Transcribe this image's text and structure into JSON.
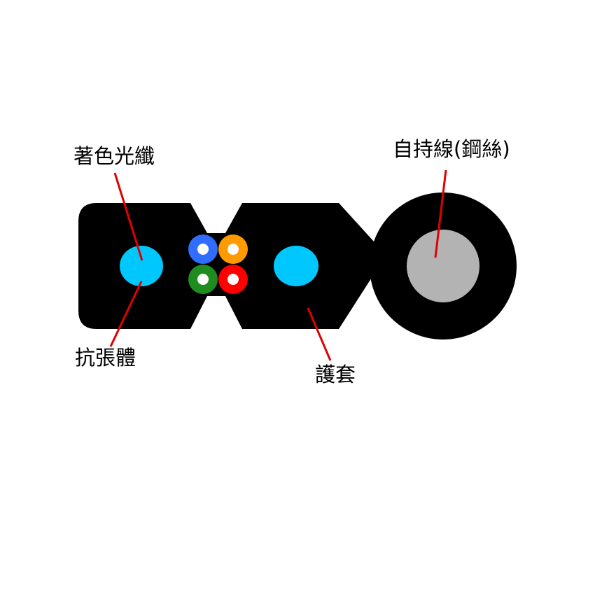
{
  "labels": {
    "colored_fiber": "著色光纖",
    "self_support_wire": "自持線(鋼絲)",
    "strength_member": "抗張體",
    "jacket": "護套"
  },
  "colors": {
    "background": "#ffffff",
    "jacket": "#000000",
    "strength_member": "#00c8ff",
    "steel_wire": "#b3b3b3",
    "leader_line": "#e00000",
    "fiber_blue": "#2f6cff",
    "fiber_orange": "#ff9a00",
    "fiber_green": "#1f8c1f",
    "fiber_red": "#ff0000",
    "fiber_core": "#ffffff"
  }
}
